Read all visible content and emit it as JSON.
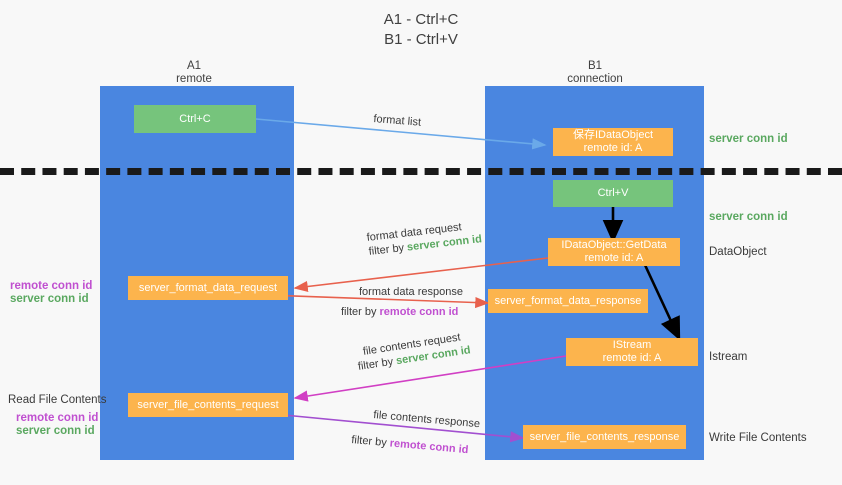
{
  "title": {
    "line1": "A1 - Ctrl+C",
    "line2": "B1 - Ctrl+V"
  },
  "columns": [
    {
      "name": "A1",
      "sub": "remote"
    },
    {
      "name": "B1",
      "sub": "connection"
    }
  ],
  "colors": {
    "lane": "#4a86e0",
    "green_node": "#76c47c",
    "orange_node": "#fcb44d",
    "server_conn_id": "#5aa860",
    "remote_conn_id": "#c050d0",
    "blue_arrow": "#6aa9e9",
    "red_arrow": "#e8614d",
    "magenta_arrow": "#d13fc4",
    "purple_arrow": "#a24fd0",
    "black_arrow": "#000000",
    "background": "#f8f8f8"
  },
  "nodes": {
    "ctrl_c": {
      "label": "Ctrl+C"
    },
    "ctrl_v": {
      "label": "Ctrl+V"
    },
    "save_dataobject": {
      "line1": "保存IDataObject",
      "line2": "remote id: A"
    },
    "getdata": {
      "line1": "IDataObject::GetData",
      "line2": "remote id: A"
    },
    "istream": {
      "line1": "IStream",
      "line2": "remote id: A"
    },
    "server_format_data_request": {
      "label": "server_format_data_request"
    },
    "server_format_data_response": {
      "label": "server_format_data_response"
    },
    "server_file_contents_request": {
      "label": "server_file_contents_request"
    },
    "server_file_contents_response": {
      "label": "server_file_contents_response"
    }
  },
  "right_labels": {
    "server_conn_id_1": "server conn id",
    "server_conn_id_2": "server conn id",
    "dataobject": "DataObject",
    "istream": "Istream",
    "write_file_contents": "Write File Contents"
  },
  "left_labels": {
    "remote_conn_id_1": "remote conn id",
    "server_conn_id_1": "server conn id",
    "read_file_contents": "Read File Contents",
    "remote_conn_id_2": "remote conn id",
    "server_conn_id_2": "server conn id"
  },
  "edges": {
    "format_list": "format list",
    "format_data_request": "format data request",
    "filter_by": "filter by",
    "server_conn_id": "server conn id",
    "format_data_response": "format data response",
    "remote_conn_id": "remote conn id",
    "file_contents_request": "file contents request",
    "file_contents_response": "file contents response"
  }
}
